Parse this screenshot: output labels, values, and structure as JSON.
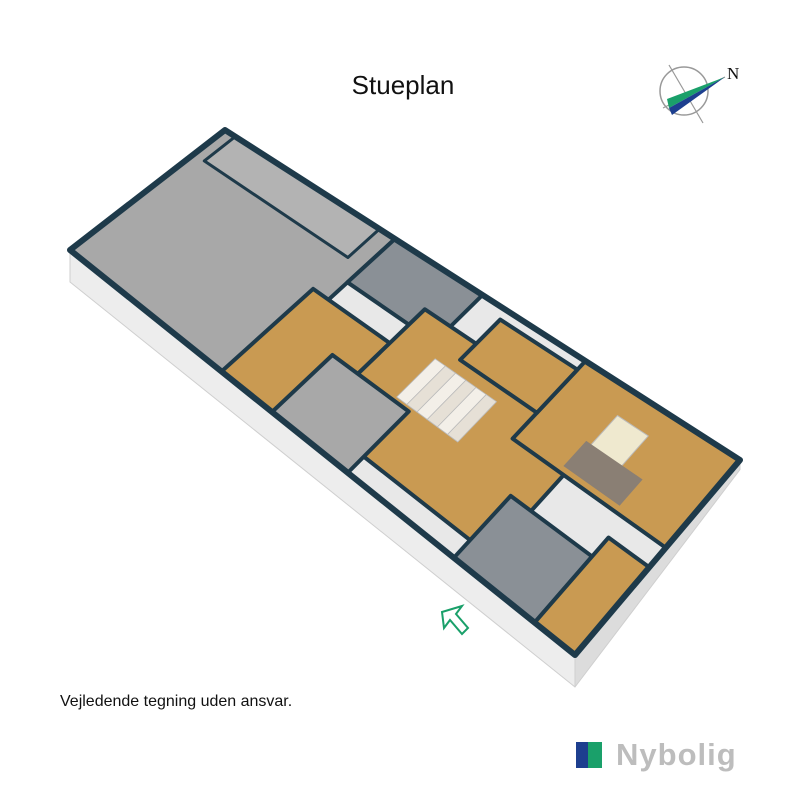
{
  "header": {
    "title": "Stueplan"
  },
  "compass": {
    "label": "N",
    "icon": "compass-icon"
  },
  "footer": {
    "disclaimer": "Vejledende tegning uden ansvar."
  },
  "logo": {
    "text": "Nybolig",
    "colors": {
      "blue": "#1d3f8f",
      "green": "#1aa06a",
      "text": "#bdbdbd"
    }
  },
  "colors": {
    "wall": "#1e3a4a",
    "wood": "#c99a52",
    "concrete": "#a8a8a8",
    "tile": "#8a9096",
    "wall_side": "#ededed",
    "entrance_arrow": "#1aa06a"
  }
}
